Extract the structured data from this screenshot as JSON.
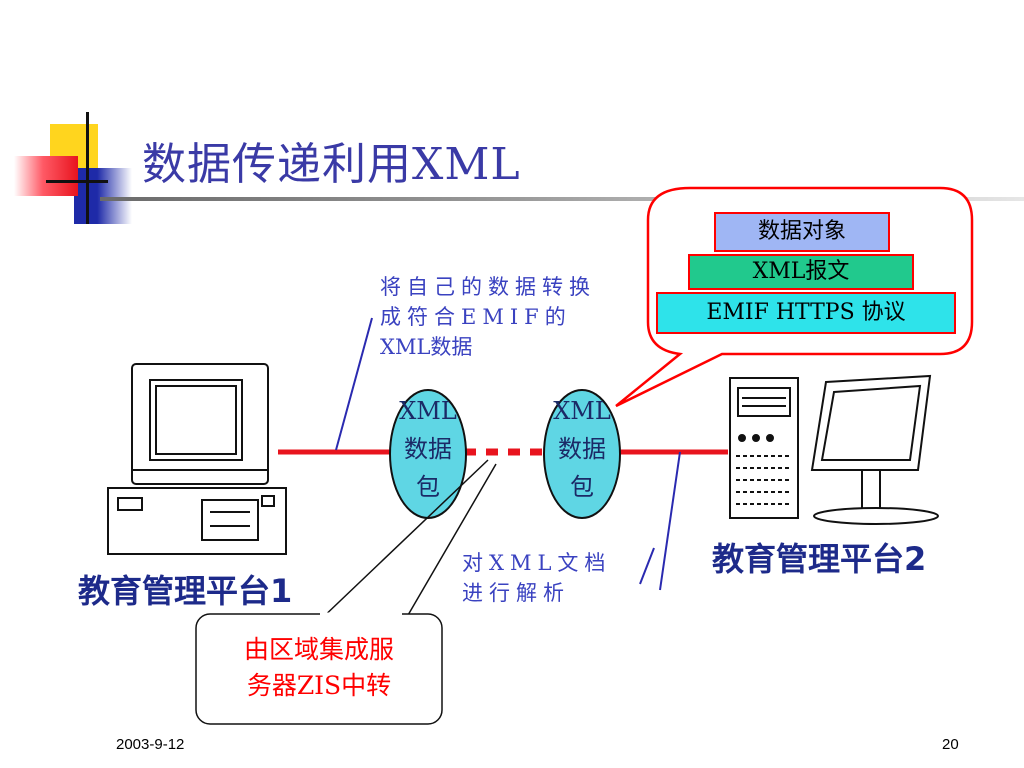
{
  "slide": {
    "title": "数据传递利用XML",
    "date": "2003-9-12",
    "page_number": "20"
  },
  "left_platform": {
    "label": "教育管理平台1"
  },
  "right_platform": {
    "label": "教育管理平台2"
  },
  "notes": {
    "convert_line1": "将自己的数据转换",
    "convert_line2": "成符合EMIF的",
    "convert_line3": "XML数据",
    "parse_line1": "对XML文档",
    "parse_line2": "进行解析"
  },
  "packets": [
    {
      "line1": "XML",
      "line2": "数据",
      "line3": "包"
    },
    {
      "line1": "XML",
      "line2": "数据",
      "line3": "包"
    }
  ],
  "protocol_stack": {
    "layers": [
      {
        "label": "数据对象",
        "color": "#9fb6f4"
      },
      {
        "label": "XML报文",
        "color": "#21c98d"
      },
      {
        "label": "EMIF HTTPS 协议",
        "color": "#2ee3ea"
      }
    ]
  },
  "zis_callout": {
    "line1": "由区域集成服",
    "line2": "务器ZIS中转"
  },
  "colors": {
    "title": "#3a3aa6",
    "link_line": "#e8141e",
    "packet_fill": "#5fd6e4",
    "label_blue": "#1d2a8a"
  }
}
